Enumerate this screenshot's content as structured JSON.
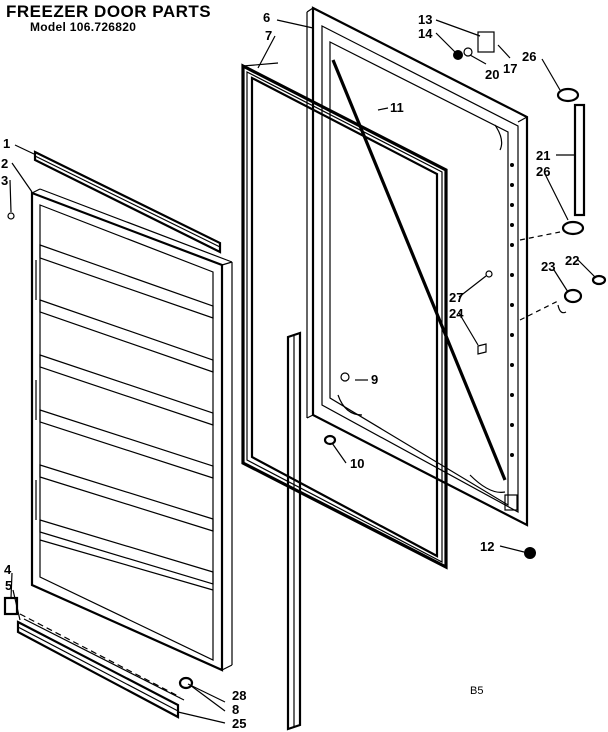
{
  "header": {
    "title": "FREEZER DOOR PARTS",
    "model_line": "Model 106.726820"
  },
  "callouts": [
    {
      "id": "c1",
      "label": "1"
    },
    {
      "id": "c2",
      "label": "2"
    },
    {
      "id": "c3",
      "label": "3"
    },
    {
      "id": "c4",
      "label": "4"
    },
    {
      "id": "c5",
      "label": "5"
    },
    {
      "id": "c6",
      "label": "6"
    },
    {
      "id": "c7",
      "label": "7"
    },
    {
      "id": "c8",
      "label": "8"
    },
    {
      "id": "c9",
      "label": "9"
    },
    {
      "id": "c10",
      "label": "10"
    },
    {
      "id": "c11",
      "label": "11"
    },
    {
      "id": "c12",
      "label": "12"
    },
    {
      "id": "c13",
      "label": "13"
    },
    {
      "id": "c14",
      "label": "14"
    },
    {
      "id": "c17",
      "label": "17"
    },
    {
      "id": "c20",
      "label": "20"
    },
    {
      "id": "c21",
      "label": "21"
    },
    {
      "id": "c22",
      "label": "22"
    },
    {
      "id": "c23",
      "label": "23"
    },
    {
      "id": "c24",
      "label": "24"
    },
    {
      "id": "c25",
      "label": "25"
    },
    {
      "id": "c26a",
      "label": "26"
    },
    {
      "id": "c26b",
      "label": "26"
    },
    {
      "id": "c27",
      "label": "27"
    },
    {
      "id": "c28",
      "label": "28"
    }
  ],
  "footer": {
    "code": "B5"
  }
}
